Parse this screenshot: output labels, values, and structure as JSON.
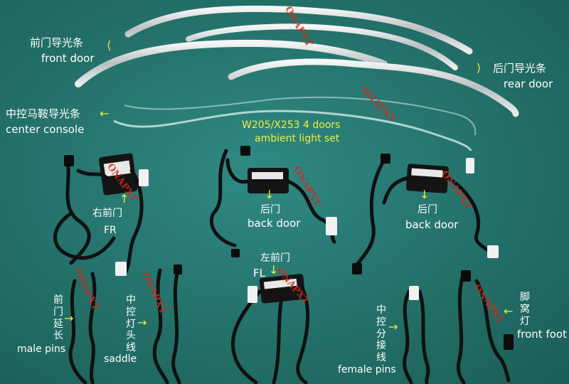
{
  "labels": {
    "front_door_cn": "前门导光条",
    "front_door_en": "front door",
    "rear_door_cn": "后门导光条",
    "rear_door_en": "rear door",
    "center_console_cn": "中控马鞍导光条",
    "center_console_en": "center console",
    "model_title": "W205/X253 4 doors",
    "model_subtitle": "ambient light set",
    "fr_cn": "右前门",
    "fr_en": "FR",
    "back_door_left_cn": "后门",
    "back_door_left_en": "back door",
    "back_door_right_cn": "后门",
    "back_door_right_en": "back door",
    "fl_cn": "左前门",
    "fl_en": "FL",
    "male_pins_cn": "前门延长",
    "male_pins_en": "male pins",
    "saddle_cn": "中控灯头线",
    "saddle_en": "saddle",
    "female_pins_cn": "中控分接线",
    "female_pins_en": "female pins",
    "front_foot_cn": "脚窝灯",
    "front_foot_en": "front foot"
  },
  "watermark": "ONAPXT",
  "colors": {
    "background": "#237069",
    "label_text": "#ffffff",
    "highlight_text": "#f3ee3a",
    "watermark": "#d02a1f"
  }
}
